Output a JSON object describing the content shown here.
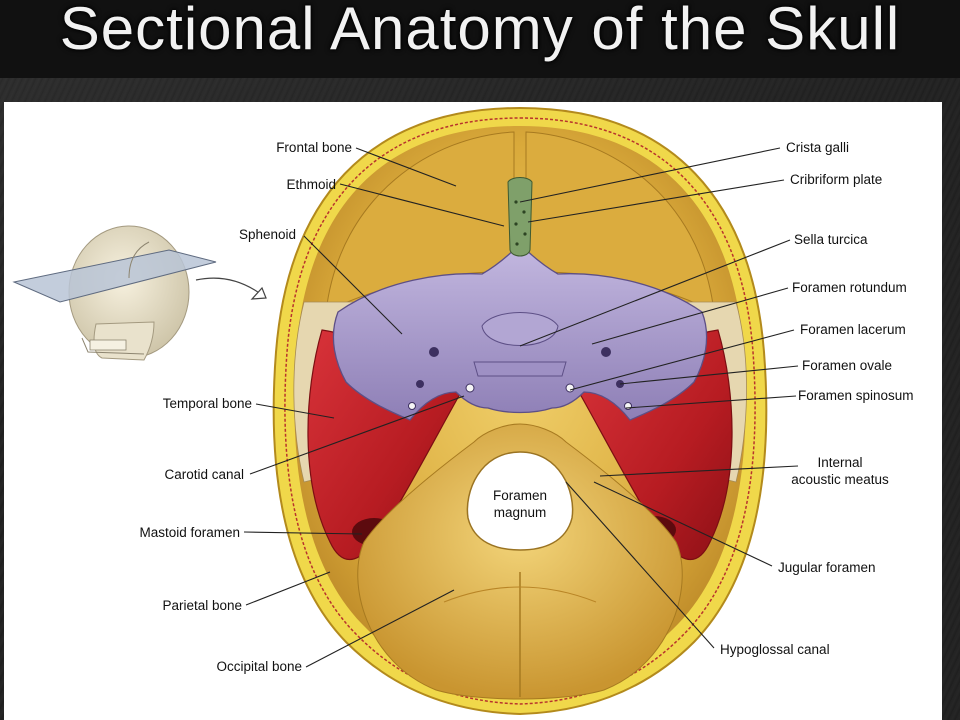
{
  "slide": {
    "title": "Sectional Anatomy of the Skull"
  },
  "labels": {
    "frontal_bone": "Frontal bone",
    "ethmoid": "Ethmoid",
    "sphenoid": "Sphenoid",
    "temporal_bone": "Temporal bone",
    "carotid_canal": "Carotid canal",
    "mastoid_foramen": "Mastoid foramen",
    "parietal_bone": "Parietal bone",
    "occipital_bone": "Occipital bone",
    "crista_galli": "Crista galli",
    "cribriform_plate": "Cribriform plate",
    "sella_turcica": "Sella turcica",
    "foramen_rotundum": "Foramen rotundum",
    "foramen_lacerum": "Foramen lacerum",
    "foramen_ovale": "Foramen ovale",
    "foramen_spinosum": "Foramen spinosum",
    "internal_acoustic_meatus_1": "Internal",
    "internal_acoustic_meatus_2": "acoustic meatus",
    "jugular_foramen": "Jugular foramen",
    "hypoglossal_canal": "Hypoglossal canal",
    "foramen_magnum_1": "Foramen",
    "foramen_magnum_2": "magnum"
  },
  "colors": {
    "bone_yellow": "#d9a93a",
    "bone_light": "#e8c766",
    "sphenoid_purple": "#a89ac8",
    "temporal_red": "#c4242a",
    "ethmoid_green": "#7fa06a",
    "skull_rim": "#e8d04a"
  }
}
